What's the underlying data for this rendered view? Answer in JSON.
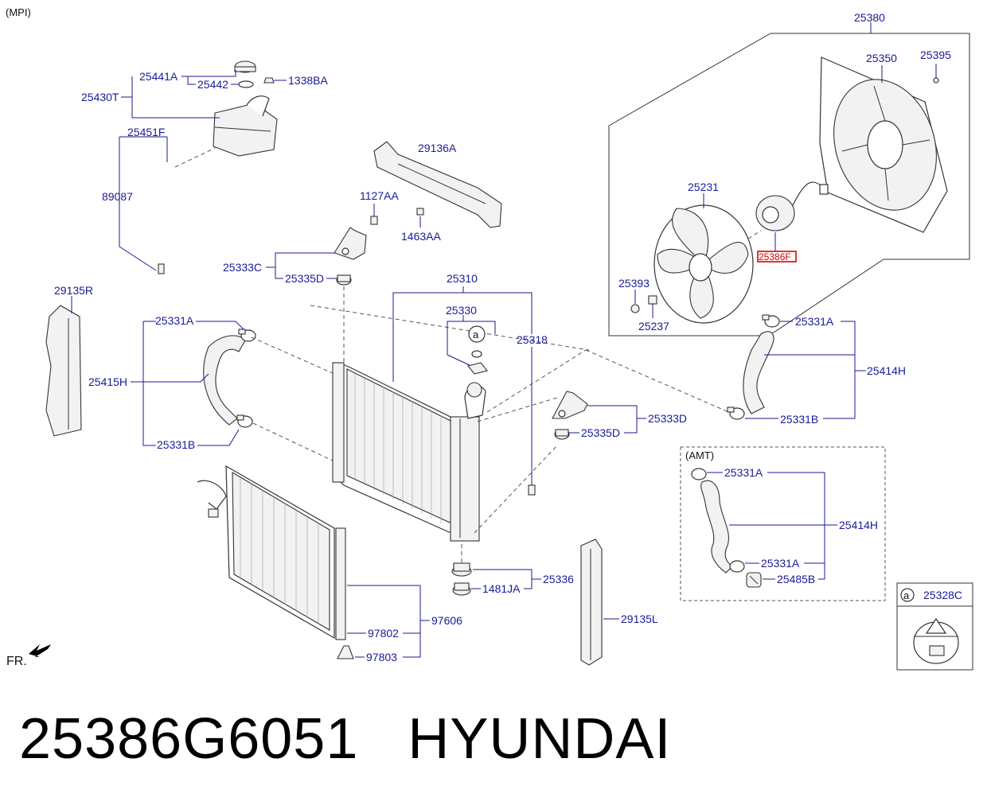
{
  "header": {
    "variant": "(MPI)"
  },
  "orientation": "FR.",
  "amt_box": {
    "title": "(AMT)"
  },
  "callout_box": {
    "marker": "a",
    "part": "25328C"
  },
  "parts": {
    "p25380": "25380",
    "p25350": "25350",
    "p25395": "25395",
    "p25231": "25231",
    "p25386": "25386F",
    "p25393": "25393",
    "p25237": "25237",
    "p25441A": "25441A",
    "p25442": "25442",
    "p1338BA": "1338BA",
    "p25430T": "25430T",
    "p25451F": "25451F",
    "p89087": "89087",
    "p29136A": "29136A",
    "p1127AA": "1127AA",
    "p1463AA": "1463AA",
    "p25333C": "25333C",
    "p25335D_l": "25335D",
    "p29135R": "29135R",
    "p25310": "25310",
    "p25330": "25330",
    "p25318": "25318",
    "p25331A_l": "25331A",
    "p25415H": "25415H",
    "p25331B_l": "25331B",
    "p25331A_r": "25331A",
    "p25414H_r": "25414H",
    "p25331B_r": "25331B",
    "p25333D": "25333D",
    "p25335D_r": "25335D",
    "p25331A_amt1": "25331A",
    "p25414H_amt": "25414H",
    "p25331A_amt2": "25331A",
    "p25485B": "25485B",
    "p25336": "25336",
    "p1481JA": "1481JA",
    "p97606": "97606",
    "p97802": "97802",
    "p97803": "97803",
    "p29135L": "29135L",
    "marker_a": "a"
  },
  "footer": {
    "part_number": "25386G6051",
    "brand": "HYUNDAI"
  },
  "colors": {
    "label": "#1a1a99",
    "highlight": "#e00000",
    "line": "#333333"
  }
}
